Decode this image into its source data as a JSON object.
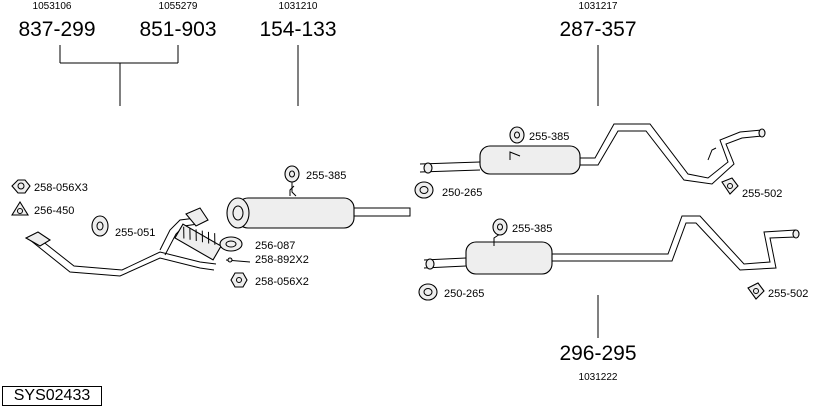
{
  "assemblies": [
    {
      "id": "a1",
      "part": "837-299",
      "code": "1053106"
    },
    {
      "id": "a2",
      "part": "851-903",
      "code": "1055279"
    },
    {
      "id": "a3",
      "part": "154-133",
      "code": "1031210"
    },
    {
      "id": "a4",
      "part": "287-357",
      "code": "1031217"
    },
    {
      "id": "a5",
      "part": "296-295",
      "code": "1031222"
    }
  ],
  "part_labels": {
    "p258_056x3": "258-056X3",
    "p256_450": "256-450",
    "p255_051": "255-051",
    "p255_385_a": "255-385",
    "p256_087": "256-087",
    "p258_892x2": "258-892X2",
    "p258_056x2": "258-056X2",
    "p255_385_b": "255-385",
    "p250_265_a": "250-265",
    "p255_502_a": "255-502",
    "p255_385_c": "255-385",
    "p250_265_b": "250-265",
    "p255_502_b": "255-502"
  },
  "system_code": "SYS02433"
}
